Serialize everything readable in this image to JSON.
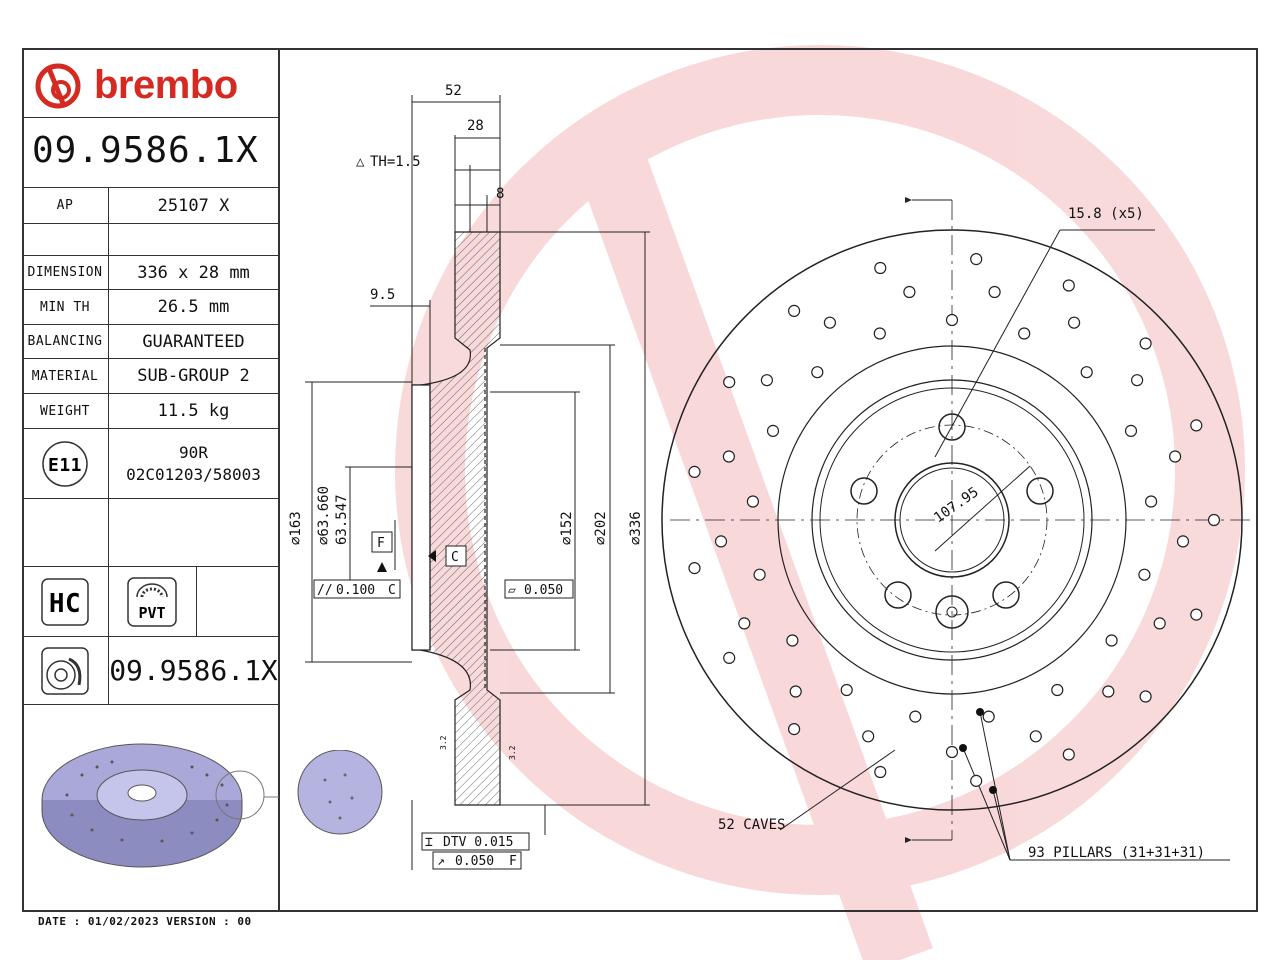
{
  "brand": {
    "name": "brembo",
    "logo_color": "#d42a22"
  },
  "part_number": "09.9586.1X",
  "specs": [
    {
      "label": "AP",
      "value": "25107 X"
    },
    {
      "label": "",
      "value": ""
    },
    {
      "label": "DIMENSION",
      "value": "336 x 28 mm"
    },
    {
      "label": "MIN TH",
      "value": "26.5 mm"
    },
    {
      "label": "BALANCING",
      "value": "GUARANTEED"
    },
    {
      "label": "MATERIAL",
      "value": "SUB-GROUP 2"
    },
    {
      "label": "WEIGHT",
      "value": "11.5 kg"
    }
  ],
  "homologation": {
    "mark": "E11",
    "line1": "90R",
    "line2": "02C01203/58003"
  },
  "badges": {
    "hc": "HC",
    "pvt": "PVT"
  },
  "part_number_bottom": "09.9586.1X",
  "footer": "DATE : 01/02/2023 VERSION : 00",
  "section": {
    "dim_52": "52",
    "dim_28": "28",
    "th": "TH=1.5",
    "dim_8": "8",
    "dim_9_5": "9.5",
    "dia_163": "163",
    "dia_63_660": "63.660",
    "dia_63_547": "63.547",
    "dia_152": "152",
    "dia_202": "202",
    "dia_336": "336",
    "datum_f": "F",
    "datum_c": "C",
    "tol_parallel": "0.100",
    "tol_parallel_ref": "C",
    "tol_flat": "0.050",
    "dtv": "DTV 0.015",
    "runout": "0.050",
    "runout_ref": "F",
    "small_32_left": "3.2",
    "small_32_right": "3.2"
  },
  "front_view": {
    "holes": "15.8 (x5)",
    "pcd": "107.95",
    "caves": "52 CAVES",
    "pillars": "93 PILLARS (31+31+31)"
  }
}
